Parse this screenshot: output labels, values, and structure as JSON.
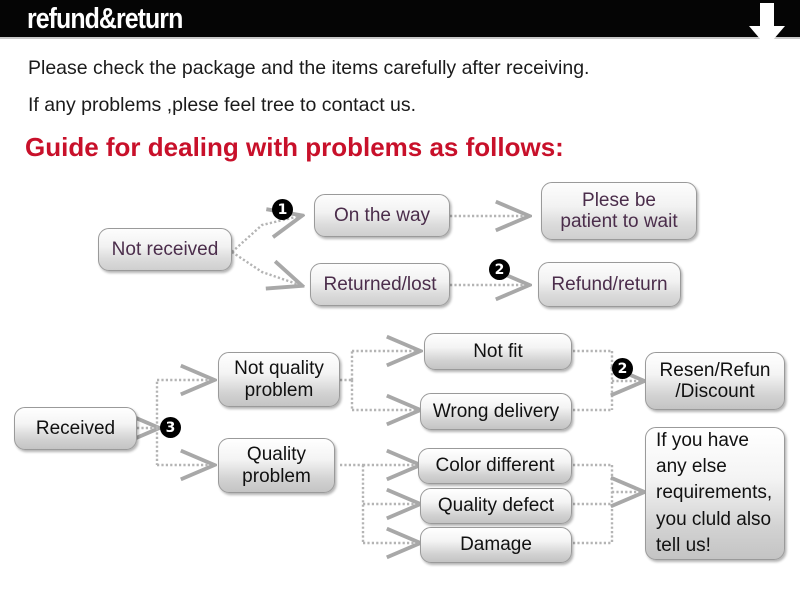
{
  "header": {
    "title": "refund&return",
    "arrow_icon": "down-arrow-icon"
  },
  "intro": {
    "line1": "Please check the package and the items carefully after receiving.",
    "line2": "If any problems ,plese feel tree to contact us.",
    "guide_heading": "Guide for dealing with problems as follows:"
  },
  "colors": {
    "header_bg": "#050505",
    "heading_red": "#c8102a",
    "node_text_purple": "#4b2d4b",
    "node_text_black": "#111111",
    "node_border": "#9a9a9a",
    "badge_bg": "#000000"
  },
  "flow_not_received": {
    "badges": [
      {
        "id": "badge-1",
        "label": "❶"
      },
      {
        "id": "badge-2",
        "label": "❷"
      }
    ],
    "nodes": [
      {
        "id": "not-received",
        "label": "Not received"
      },
      {
        "id": "on-the-way",
        "label": "On the way"
      },
      {
        "id": "returned-lost",
        "label": "Returned/lost"
      },
      {
        "id": "plese-be-patient",
        "label": "Plese be\npatient to wait"
      },
      {
        "id": "refund-return",
        "label": "Refund/return"
      }
    ]
  },
  "flow_received": {
    "badges": [
      {
        "id": "badge-3",
        "label": "❸"
      },
      {
        "id": "badge-2b",
        "label": "❷"
      }
    ],
    "nodes": [
      {
        "id": "received",
        "label": "Received"
      },
      {
        "id": "not-quality-problem",
        "label": "Not quality\nproblem"
      },
      {
        "id": "quality-problem",
        "label": "Quality\nproblem"
      },
      {
        "id": "not-fit",
        "label": "Not fit"
      },
      {
        "id": "wrong-delivery",
        "label": "Wrong delivery"
      },
      {
        "id": "color-different",
        "label": "Color different"
      },
      {
        "id": "quality-defect",
        "label": "Quality defect"
      },
      {
        "id": "damage",
        "label": "Damage"
      },
      {
        "id": "resend-refund-discount",
        "label": "Resen/Refun\n/Discount"
      },
      {
        "id": "any-else-requirements",
        "label": "If you have\nany else\nrequirements,\nyou cluld also\ntell us!"
      }
    ]
  }
}
